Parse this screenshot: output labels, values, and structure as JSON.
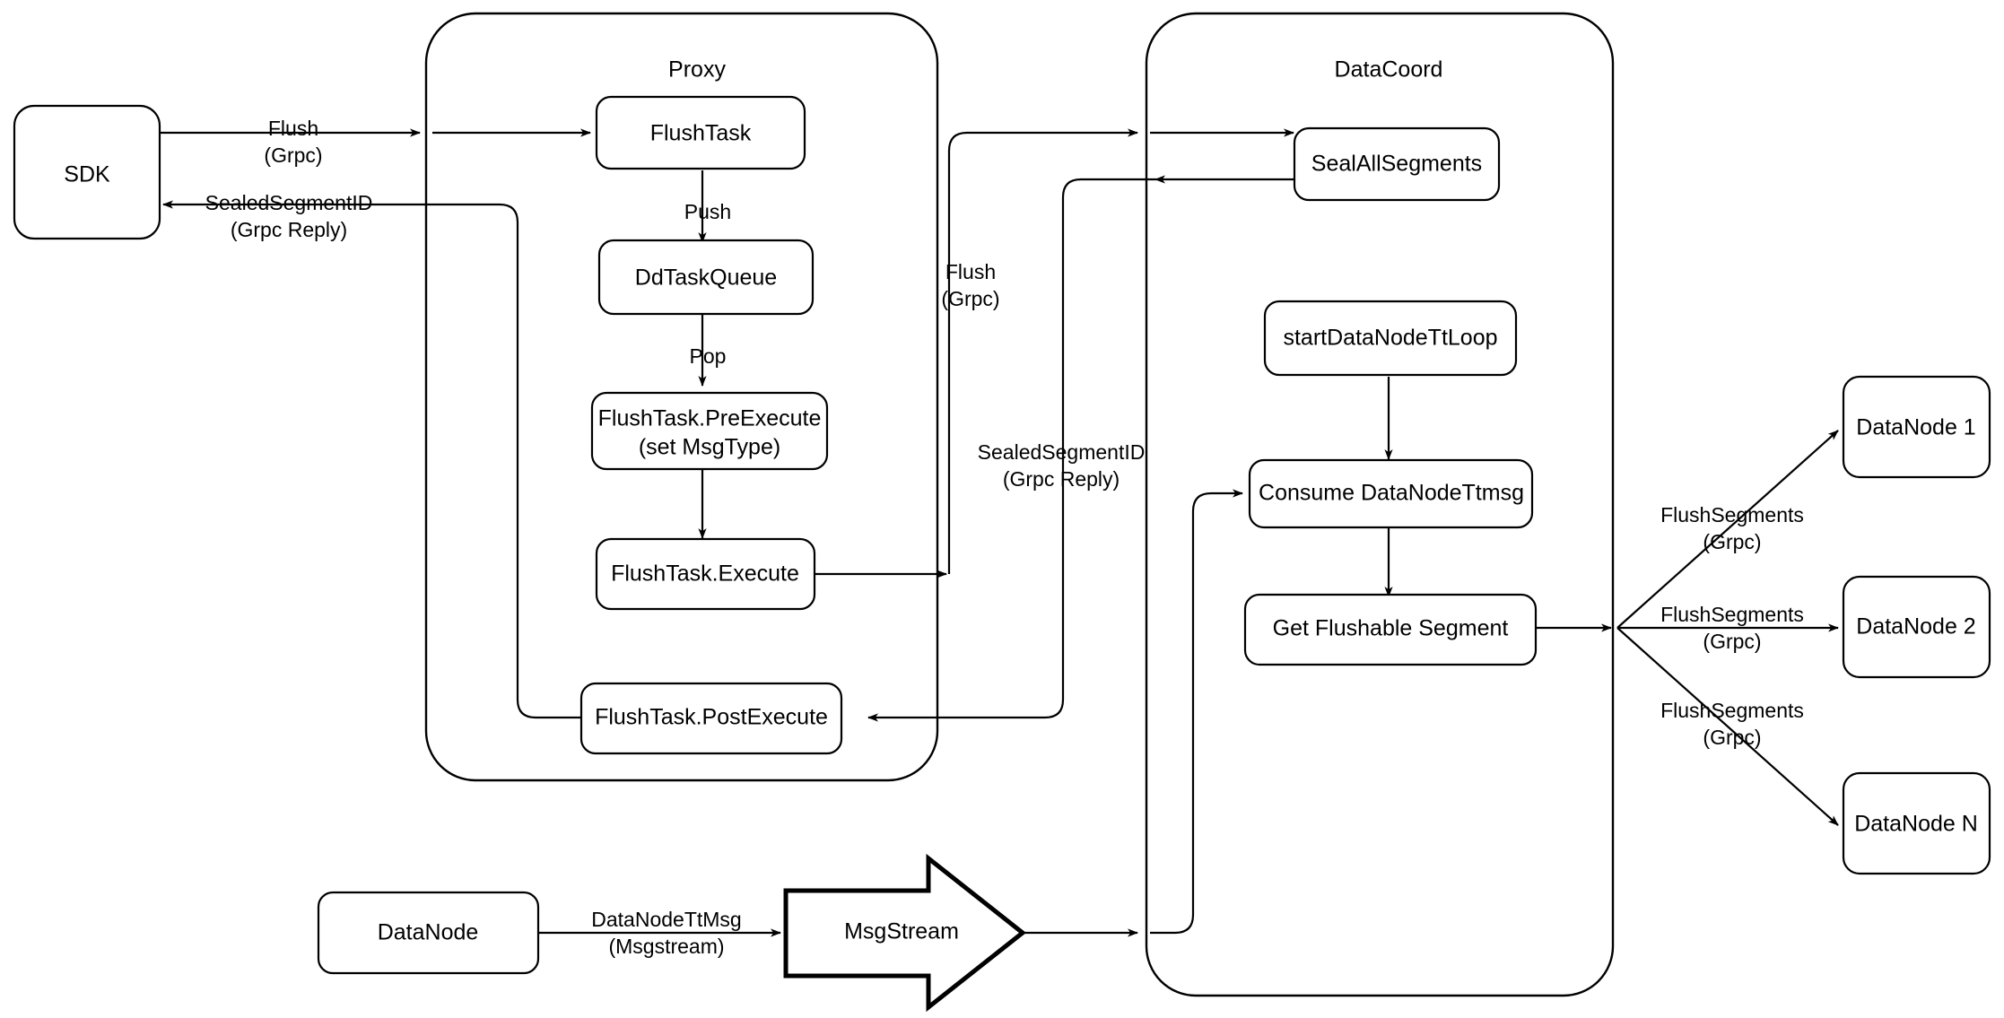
{
  "diagram": {
    "title": "Milvus Flush Sequence Architecture",
    "background_color": "#ffffff",
    "line_color": "#000000",
    "node_fill": "#ffffff"
  },
  "containers": {
    "proxy": {
      "label": "Proxy"
    },
    "datacoord": {
      "label": "DataCoord"
    }
  },
  "nodes": {
    "sdk": {
      "label": "SDK"
    },
    "flush_task": {
      "label": "FlushTask"
    },
    "dd_task_queue": {
      "label": "DdTaskQueue"
    },
    "pre_execute_line1": {
      "label": "FlushTask.PreExecute"
    },
    "pre_execute_line2": {
      "label": "(set MsgType)"
    },
    "execute": {
      "label": "FlushTask.Execute"
    },
    "post_execute": {
      "label": "FlushTask.PostExecute"
    },
    "seal_all_segments": {
      "label": "SealAllSegments"
    },
    "start_tt_loop": {
      "label": "startDataNodeTtLoop"
    },
    "consume_tt_msg": {
      "label": "Consume DataNodeTtmsg"
    },
    "get_flushable_segment": {
      "label": "Get Flushable Segment"
    },
    "datanode_1": {
      "label": "DataNode 1"
    },
    "datanode_2": {
      "label": "DataNode 2"
    },
    "datanode_n": {
      "label": "DataNode N"
    },
    "datanode_source": {
      "label": "DataNode"
    },
    "msgstream": {
      "label": "MsgStream"
    }
  },
  "edge_labels": {
    "sdk_to_proxy_line1": {
      "label": "Flush"
    },
    "sdk_to_proxy_line2": {
      "label": "(Grpc)"
    },
    "proxy_to_sdk_line1": {
      "label": "SealedSegmentID"
    },
    "proxy_to_sdk_line2": {
      "label": "(Grpc Reply)"
    },
    "push": {
      "label": "Push"
    },
    "pop": {
      "label": "Pop"
    },
    "proxy_to_coord_line1": {
      "label": "Flush"
    },
    "proxy_to_coord_line2": {
      "label": "(Grpc)"
    },
    "coord_to_proxy_line1": {
      "label": "SealedSegmentID"
    },
    "coord_to_proxy_line2": {
      "label": "(Grpc Reply)"
    },
    "flush_segments_1_line1": {
      "label": "FlushSegments"
    },
    "flush_segments_1_line2": {
      "label": "(Grpc)"
    },
    "flush_segments_2_line1": {
      "label": "FlushSegments"
    },
    "flush_segments_2_line2": {
      "label": "(Grpc)"
    },
    "flush_segments_n_line1": {
      "label": "FlushSegments"
    },
    "flush_segments_n_line2": {
      "label": "(Grpc)"
    },
    "datanode_tt_msg_line1": {
      "label": "DataNodeTtMsg"
    },
    "datanode_tt_msg_line2": {
      "label": "(Msgstream)"
    }
  }
}
